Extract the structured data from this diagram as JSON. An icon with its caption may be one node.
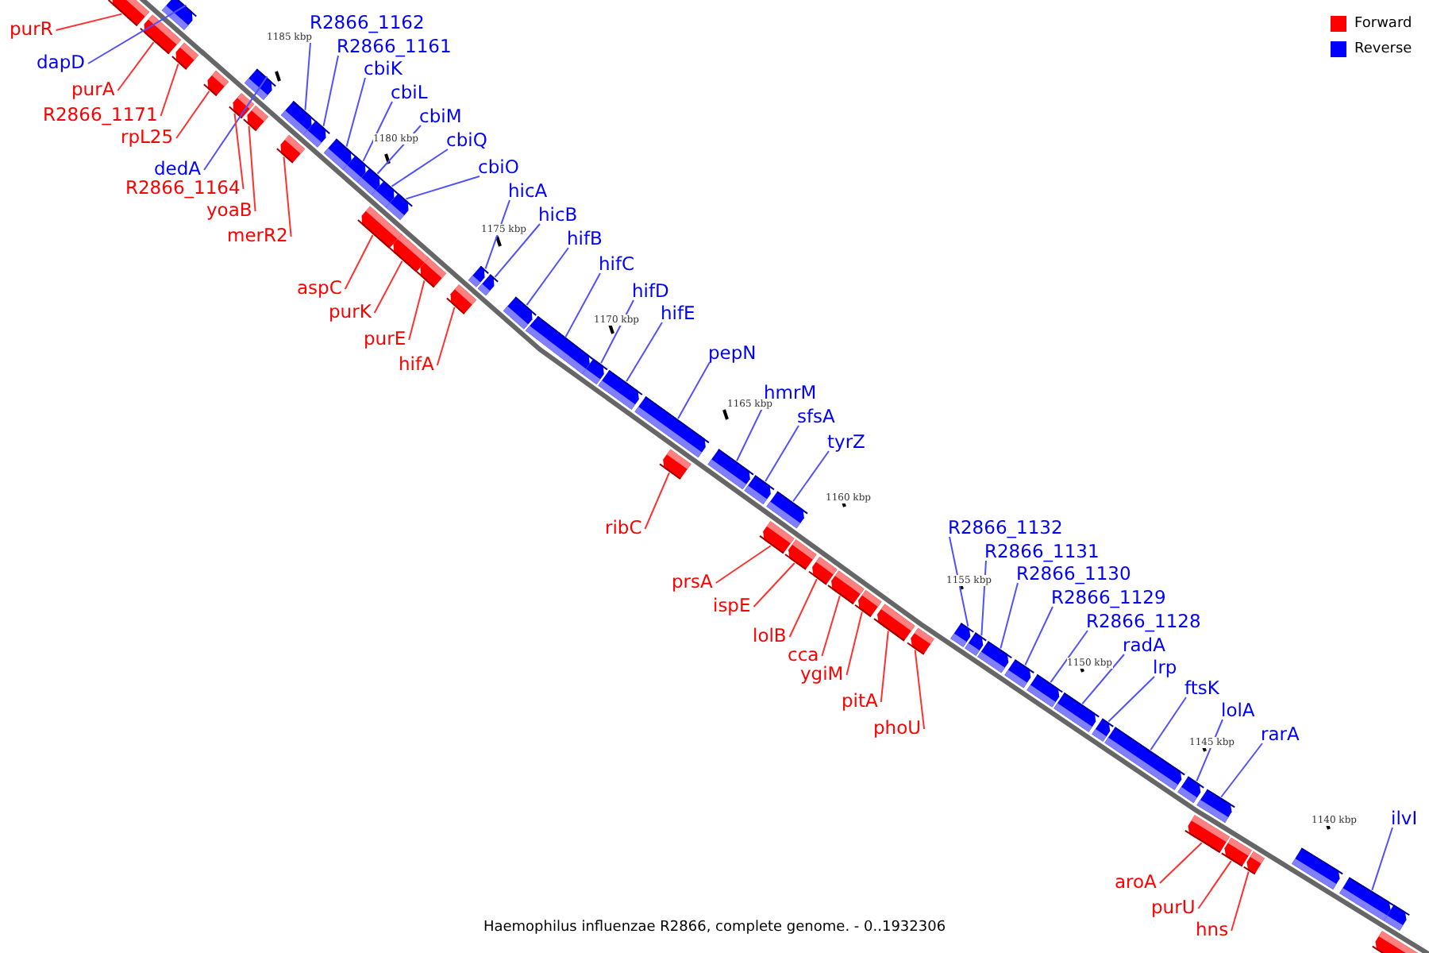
{
  "diagram": {
    "caption": "Haemophilus influenzae R2866, complete genome. - 0..1932306",
    "nodes": [
      {
        "text": [
          "purR"
        ]
      },
      {
        "text": [],
        "shape": "bar"
      },
      {
        "text": [
          "dapD"
        ]
      },
      {
        "text": [],
        "shape": "bar"
      },
      {
        "text": [
          "purA"
        ]
      },
      {
        "text": [],
        "shape": "bar"
      },
      {
        "text": [
          "R2866_1171"
        ]
      },
      {
        "text": [],
        "shape": "bar"
      },
      {
        "text": [
          "rpL25"
        ]
      },
      {
        "text": [],
        "shape": "bar"
      },
      {
        "text": [
          "dedA"
        ]
      },
      {
        "text": [],
        "shape": "bar"
      },
      {
        "text": [
          "R2866_1164"
        ]
      },
      {
        "text": [],
        "shape": "bar"
      },
      {
        "text": [
          "yoaB"
        ]
      },
      {
        "text": [],
        "shape": "bar"
      },
      {
        "text": [
          "merR2"
        ]
      },
      {
        "text": [],
        "shape": "bar"
      },
      {
        "text": [
          "R2866_1162"
        ]
      },
      {
        "text": [],
        "shape": "bar"
      },
      {
        "text": [
          "R2866_1161"
        ]
      },
      {
        "text": [],
        "shape": "bar"
      },
      {
        "text": [
          "cbiK"
        ]
      },
      {
        "text": [],
        "shape": "bar"
      },
      {
        "text": [
          "cbiL"
        ]
      },
      {
        "text": [],
        "shape": "bar"
      },
      {
        "text": [
          "cbiM"
        ]
      },
      {
        "text": [],
        "shape": "bar"
      },
      {
        "text": [
          "cbiQ"
        ]
      },
      {
        "text": [],
        "shape": "bar"
      },
      {
        "text": [
          "cbiO"
        ]
      },
      {
        "text": [],
        "shape": "bar"
      },
      {
        "text": [
          "aspC"
        ]
      },
      {
        "text": [],
        "shape": "bar"
      },
      {
        "text": [
          "purK"
        ]
      },
      {
        "text": [],
        "shape": "bar"
      },
      {
        "text": [
          "purE"
        ]
      },
      {
        "text": [],
        "shape": "bar"
      },
      {
        "text": [
          "hifA"
        ]
      },
      {
        "text": [],
        "shape": "bar"
      },
      {
        "text": [
          "hicA"
        ]
      },
      {
        "text": [],
        "shape": "bar"
      },
      {
        "text": [
          "hicB"
        ]
      },
      {
        "text": [],
        "shape": "bar"
      },
      {
        "text": [
          "hifB"
        ]
      },
      {
        "text": [],
        "shape": "bar"
      },
      {
        "text": [
          "hifC"
        ]
      },
      {
        "text": [],
        "shape": "bar"
      },
      {
        "text": [
          "hifD"
        ]
      },
      {
        "text": [],
        "shape": "bar"
      },
      {
        "text": [
          "hifE"
        ]
      },
      {
        "text": [],
        "shape": "bar"
      },
      {
        "text": [
          "pepN"
        ]
      },
      {
        "text": [],
        "shape": "bar"
      },
      {
        "text": [
          "hmrM"
        ]
      },
      {
        "text": [],
        "shape": "bar"
      },
      {
        "text": [
          "sfsA"
        ]
      },
      {
        "text": [],
        "shape": "bar"
      },
      {
        "text": [
          "tyrZ"
        ]
      },
      {
        "text": [],
        "shape": "bar"
      },
      {
        "text": [
          "ribC"
        ]
      },
      {
        "text": [],
        "shape": "bar"
      },
      {
        "text": [
          "prsA"
        ]
      },
      {
        "text": [],
        "shape": "bar"
      },
      {
        "text": [
          "ispE"
        ]
      },
      {
        "text": [],
        "shape": "bar"
      },
      {
        "text": [
          "lolB"
        ]
      },
      {
        "text": [],
        "shape": "bar"
      },
      {
        "text": [
          "cca"
        ]
      },
      {
        "text": [],
        "shape": "bar"
      },
      {
        "text": [
          "ygiM"
        ]
      },
      {
        "text": [],
        "shape": "bar"
      },
      {
        "text": [
          "pitA"
        ]
      },
      {
        "text": [],
        "shape": "bar"
      },
      {
        "text": [
          "phoU"
        ]
      },
      {
        "text": [],
        "shape": "bar"
      },
      {
        "text": [
          "R2866_1132"
        ]
      },
      {
        "text": [],
        "shape": "bar"
      },
      {
        "text": [
          "R2866_1131"
        ]
      },
      {
        "text": [],
        "shape": "bar"
      },
      {
        "text": [
          "R2866_1130"
        ]
      },
      {
        "text": [],
        "shape": "bar"
      },
      {
        "text": [
          "R2866_1129"
        ]
      },
      {
        "text": [],
        "shape": "bar"
      },
      {
        "text": [
          "R2866_1128"
        ]
      },
      {
        "text": [],
        "shape": "bar"
      },
      {
        "text": [
          "radA"
        ]
      },
      {
        "text": [],
        "shape": "bar"
      },
      {
        "text": [
          "lrp"
        ]
      },
      {
        "text": [],
        "shape": "bar"
      },
      {
        "text": [
          "ftsK"
        ]
      },
      {
        "text": [],
        "shape": "bar"
      },
      {
        "text": [
          "lolA"
        ]
      },
      {
        "text": [],
        "shape": "bar"
      },
      {
        "text": [
          "rarA"
        ]
      },
      {
        "text": [],
        "shape": "bar"
      },
      {
        "text": [
          "aroA"
        ]
      },
      {
        "text": [],
        "shape": "bar"
      },
      {
        "text": [
          "purU"
        ]
      },
      {
        "text": [],
        "shape": "bar"
      },
      {
        "text": [
          "hns"
        ]
      },
      {
        "text": [],
        "shape": "bar"
      },
      {
        "text": [
          "ilvI"
        ]
      },
      {
        "text": [],
        "shape": "bar"
      },
      {
        "text": [],
        "shape": "bar"
      },
      {
        "text": [],
        "shape": "bar"
      },
      {
        "text": [],
        "shape": "bar"
      }
    ],
    "edges": [
      {
        "from": 0,
        "to": 1,
        "arrow": "none",
        "color": "#ff3030"
      },
      {
        "from": 2,
        "to": 3,
        "arrow": "none"
      },
      {
        "from": 4,
        "to": 5,
        "arrow": "none",
        "color": "#ff3030"
      },
      {
        "from": 6,
        "to": 7,
        "arrow": "none",
        "color": "#ff3030"
      },
      {
        "from": 8,
        "to": 9,
        "arrow": "none",
        "color": "#ff3030"
      },
      {
        "from": 10,
        "to": 11,
        "arrow": "none"
      },
      {
        "from": 12,
        "to": 13,
        "arrow": "none",
        "color": "#ff3030"
      },
      {
        "from": 14,
        "to": 15,
        "arrow": "none",
        "color": "#ff3030"
      },
      {
        "from": 16,
        "to": 17,
        "arrow": "none",
        "color": "#ff3030"
      },
      {
        "from": 18,
        "to": 19,
        "arrow": "none"
      },
      {
        "from": 20,
        "to": 21,
        "arrow": "none"
      },
      {
        "from": 22,
        "to": 23,
        "arrow": "none"
      },
      {
        "from": 24,
        "to": 25,
        "arrow": "none"
      },
      {
        "from": 26,
        "to": 27,
        "arrow": "none"
      },
      {
        "from": 28,
        "to": 29,
        "arrow": "none"
      },
      {
        "from": 30,
        "to": 31,
        "arrow": "none"
      },
      {
        "from": 32,
        "to": 33,
        "arrow": "none",
        "color": "#ff3030"
      },
      {
        "from": 34,
        "to": 35,
        "arrow": "none",
        "color": "#ff3030"
      },
      {
        "from": 36,
        "to": 37,
        "arrow": "none",
        "color": "#ff3030"
      },
      {
        "from": 38,
        "to": 39,
        "arrow": "none",
        "color": "#ff3030"
      },
      {
        "from": 40,
        "to": 41,
        "arrow": "none"
      },
      {
        "from": 42,
        "to": 43,
        "arrow": "none"
      },
      {
        "from": 44,
        "to": 45,
        "arrow": "none"
      },
      {
        "from": 46,
        "to": 47,
        "arrow": "none"
      },
      {
        "from": 48,
        "to": 49,
        "arrow": "none"
      },
      {
        "from": 50,
        "to": 51,
        "arrow": "none"
      },
      {
        "from": 52,
        "to": 53,
        "arrow": "none"
      },
      {
        "from": 54,
        "to": 55,
        "arrow": "none"
      },
      {
        "from": 56,
        "to": 57,
        "arrow": "none"
      },
      {
        "from": 58,
        "to": 59,
        "arrow": "none"
      },
      {
        "from": 60,
        "to": 61,
        "arrow": "none",
        "color": "#ff3030"
      },
      {
        "from": 62,
        "to": 63,
        "arrow": "none",
        "color": "#ff3030"
      },
      {
        "from": 64,
        "to": 65,
        "arrow": "none",
        "color": "#ff3030"
      },
      {
        "from": 66,
        "to": 67,
        "arrow": "none",
        "color": "#ff3030"
      },
      {
        "from": 68,
        "to": 69,
        "arrow": "none",
        "color": "#ff3030"
      },
      {
        "from": 70,
        "to": 71,
        "arrow": "none",
        "color": "#ff3030"
      },
      {
        "from": 72,
        "to": 73,
        "arrow": "none",
        "color": "#ff3030"
      },
      {
        "from": 74,
        "to": 75,
        "arrow": "none",
        "color": "#ff3030"
      },
      {
        "from": 76,
        "to": 77,
        "arrow": "none"
      },
      {
        "from": 78,
        "to": 79,
        "arrow": "none"
      },
      {
        "from": 80,
        "to": 81,
        "arrow": "none"
      },
      {
        "from": 82,
        "to": 83,
        "arrow": "none"
      },
      {
        "from": 84,
        "to": 85,
        "arrow": "none"
      },
      {
        "from": 86,
        "to": 87,
        "arrow": "none"
      },
      {
        "from": 88,
        "to": 89,
        "arrow": "none"
      },
      {
        "from": 90,
        "to": 91,
        "arrow": "none"
      },
      {
        "from": 92,
        "to": 93,
        "arrow": "none"
      },
      {
        "from": 94,
        "to": 95,
        "arrow": "none"
      },
      {
        "from": 96,
        "to": 97,
        "arrow": "none",
        "color": "#ff3030"
      },
      {
        "from": 98,
        "to": 99,
        "arrow": "none",
        "color": "#ff3030"
      },
      {
        "from": 100,
        "to": 101,
        "arrow": "none",
        "color": "#ff3030"
      },
      {
        "from": 102,
        "to": 103,
        "arrow": "none"
      }
    ],
    "labels": [
      "1185 kbp",
      "1180 kbp",
      "1175 kbp",
      "1170 kbp",
      "1165 kbp",
      "1160 kbp",
      "1155 kbp",
      "1150 kbp",
      "1145 kbp",
      "1140 kbp"
    ],
    "legend": [
      {
        "text": "Forward",
        "color": "#ff0000"
      },
      {
        "text": "Reverse",
        "color": "#0000ff"
      }
    ]
  }
}
